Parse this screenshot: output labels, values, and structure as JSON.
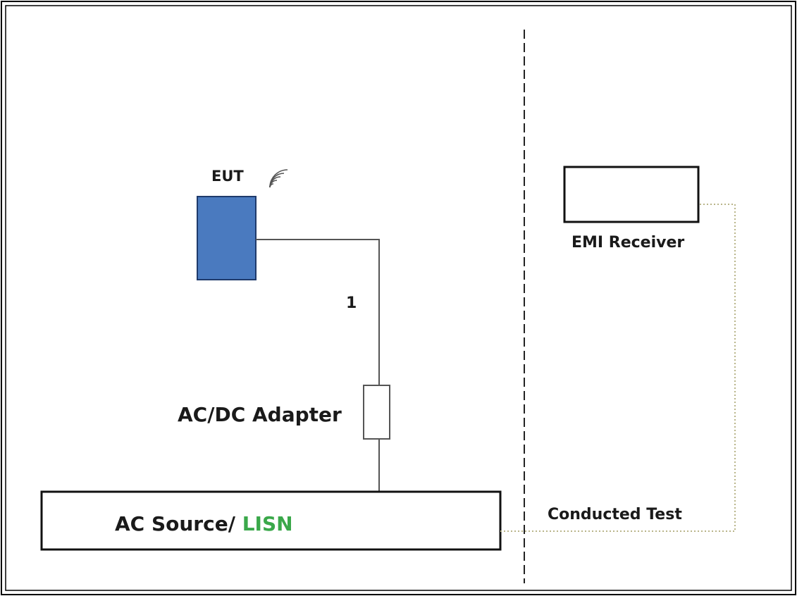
{
  "labels": {
    "eut": "EUT",
    "cable_number": "1",
    "adapter": "AC/DC Adapter",
    "source_prefix": "AC Source/ ",
    "source_lisn": "LISN",
    "receiver": "EMI Receiver",
    "conducted": "Conducted Test"
  },
  "icons": {
    "wireless": "wifi-signal-icon"
  },
  "colors": {
    "eut_fill": "#4a7abf",
    "eut_stroke": "#1f3a6b",
    "lisn_text": "#3aa84a",
    "cable": "#555555",
    "signal_dotted": "#b9b58a",
    "frame": "#000000"
  }
}
